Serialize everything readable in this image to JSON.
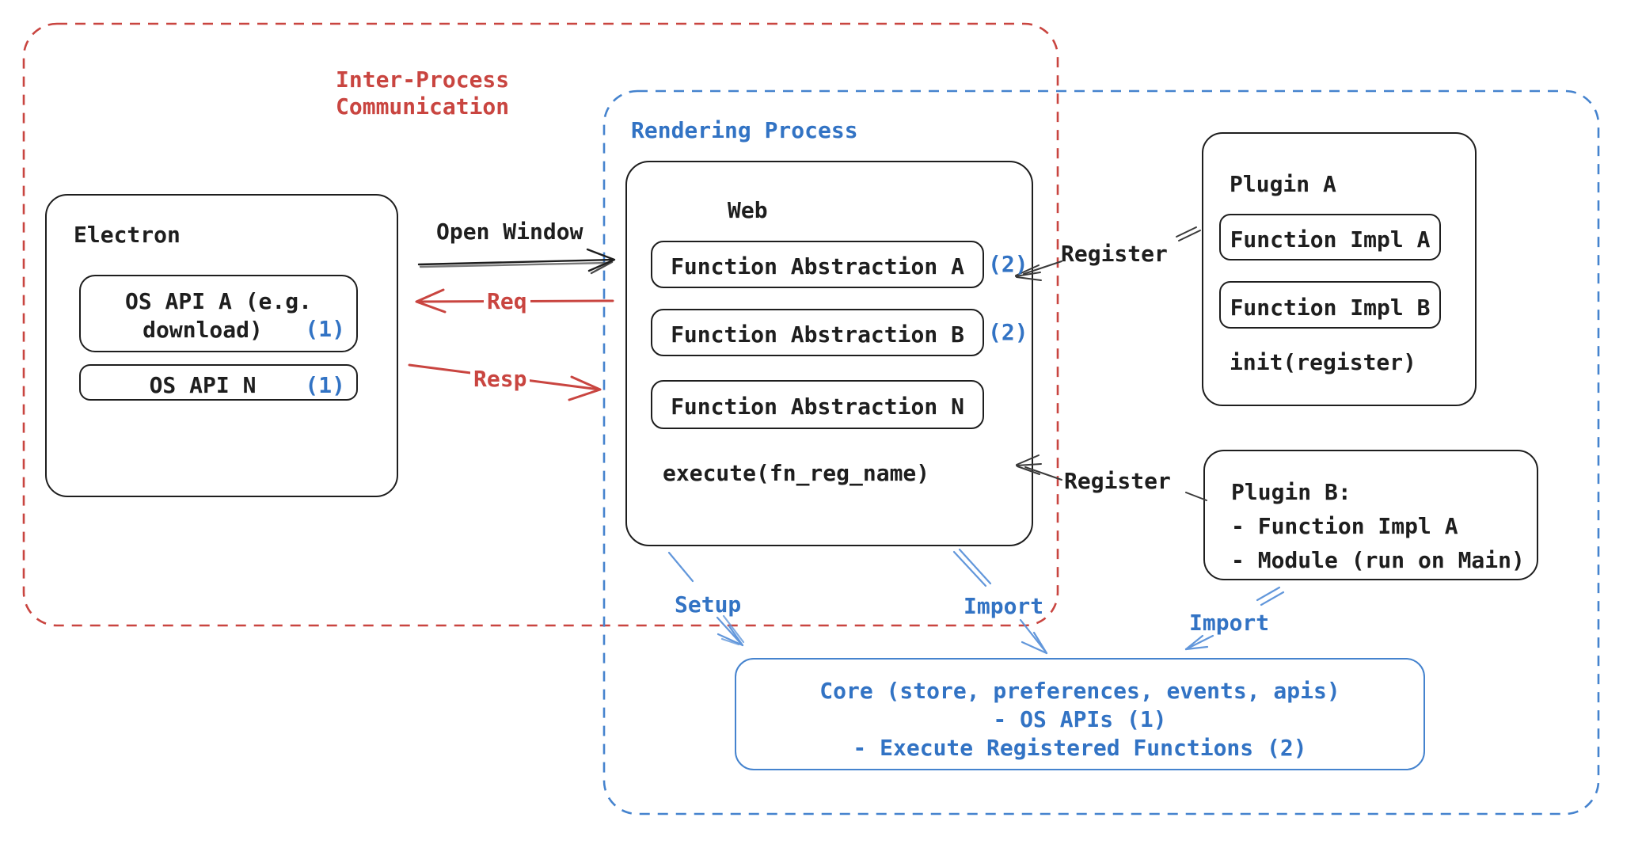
{
  "colors": {
    "ipc_red": "#C94540",
    "process_blue": "#3273C4",
    "dash_blue": "#4583CE",
    "sketch_black": "#1e1e1e",
    "arrow_blue": "#6297DB"
  },
  "regions": {
    "ipc": {
      "line1": "Inter-Process",
      "line2": "Communication"
    },
    "rendering": {
      "label": "Rendering Process"
    }
  },
  "electron": {
    "title": "Electron",
    "apis": [
      {
        "line1": "OS API A (e.g.",
        "line2": "download)",
        "badge": "(1)"
      },
      {
        "label": "OS API N",
        "badge": "(1)"
      }
    ]
  },
  "web": {
    "title": "Web",
    "abstractions": [
      {
        "label": "Function Abstraction A",
        "badge": "(2)"
      },
      {
        "label": "Function Abstraction B",
        "badge": "(2)"
      },
      {
        "label": "Function Abstraction N",
        "badge": ""
      }
    ],
    "footer": "execute(fn_reg_name)"
  },
  "plugin_a": {
    "title": "Plugin A",
    "impls": [
      "Function Impl A",
      "Function Impl B"
    ],
    "footer": "init(register)"
  },
  "plugin_b": {
    "title": "Plugin B:",
    "lines": [
      "- Function Impl A",
      "- Module (run on Main)"
    ]
  },
  "core": {
    "lines": [
      "Core (store, preferences, events, apis)",
      "- OS APIs (1)",
      "- Execute Registered Functions (2)"
    ]
  },
  "labels": {
    "open_window": "Open Window",
    "req": "Req",
    "resp": "Resp",
    "register_top": "Register",
    "register_bottom": "Register",
    "setup": "Setup",
    "import_mid": "Import",
    "import_right": "Import"
  }
}
